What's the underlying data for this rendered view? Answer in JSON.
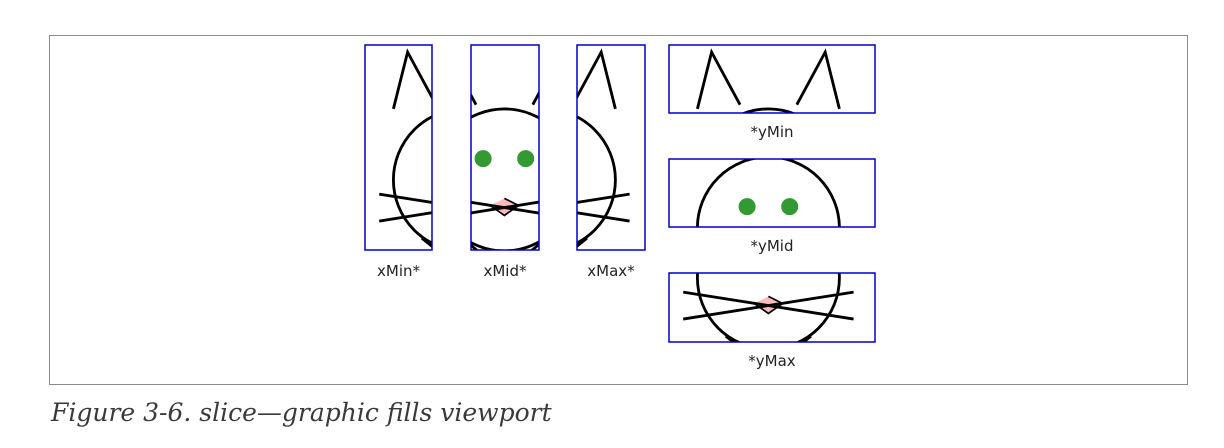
{
  "labels": {
    "xMin": "xMin*",
    "xMid": "xMid*",
    "xMax": "xMax*",
    "yMin": "*yMin",
    "yMid": "*yMid",
    "yMax": "*yMax"
  },
  "caption": "Figure 3-6. slice—graphic fills viewport",
  "colors": {
    "viewport_border": "#0000cc",
    "cat_stroke": "#000000",
    "eyes": "#339933",
    "nose": "#ffbbbb"
  },
  "icons": [
    "cat-head-icon"
  ]
}
